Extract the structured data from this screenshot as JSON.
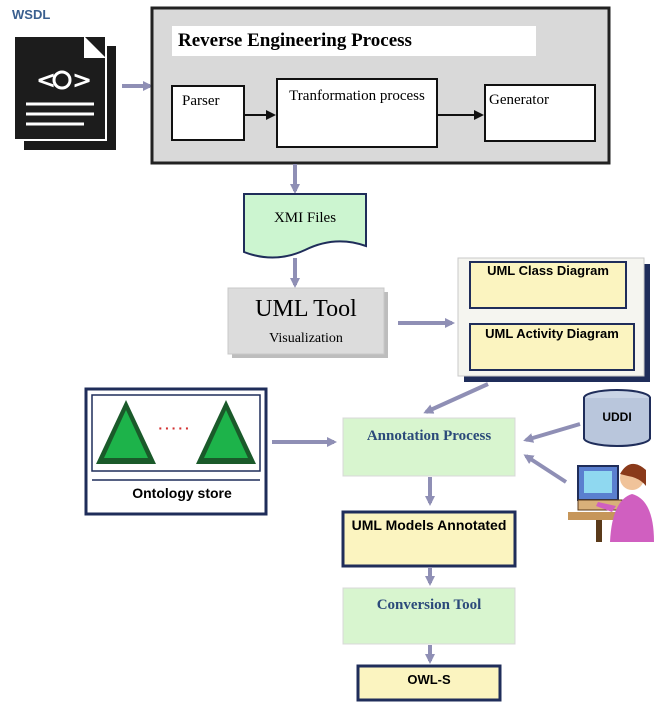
{
  "diagram": {
    "wsdl_label": "WSDL",
    "reverse_engineering_title": "Reverse Engineering Process",
    "parser": "Parser",
    "transformation": "Tranformation process",
    "generator": "Generator",
    "xmi_files": "XMI Files",
    "uml_tool": "UML Tool",
    "visualization": "Visualization",
    "uml_class_diagram": "UML Class Diagram",
    "uml_activity_diagram": "UML  Activity Diagram",
    "ontology_dots": "·····",
    "ontology_store": "Ontology store",
    "annotation_process": "Annotation Process",
    "uddi": "UDDI",
    "uml_models_annotated": "UML Models Annotated",
    "conversion_tool": "Conversion Tool",
    "owl_s": "OWL-S"
  },
  "colors": {
    "arrow_connector": "#8f8fb5",
    "process_green": "#d8f5cf",
    "uml_yellow": "#fbf4c0",
    "box_navy": "#1f2d5a",
    "reverse_gray": "#d9d9d9",
    "triangle_green": "#1db34a",
    "xmi_green": "#ccf5d0",
    "uddi_fill": "#b9c6dc"
  },
  "icons": [
    "wsdl-document-icon",
    "uddi-database-icon",
    "user-at-computer-icon",
    "ontology-triangle-icon"
  ]
}
